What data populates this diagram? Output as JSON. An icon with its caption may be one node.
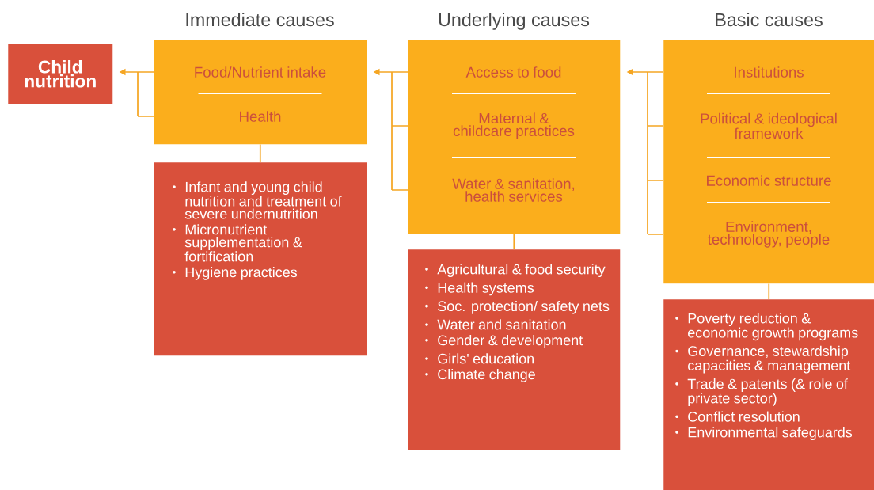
{
  "diagram": {
    "nodes": [
      {
        "text": [
          "Child nutrition"
        ]
      },
      {
        "text": [
          "Immediate causes"
        ]
      },
      {
        "text": [
          "Food/Nutrient intake"
        ],
        "in": 1
      },
      {
        "text": [
          "Health"
        ],
        "in": 1
      },
      {
        "text": [],
        "shape": "box"
      },
      {
        "text": [
          "Infant and young child nutrition and treatment of severe undernutrition"
        ],
        "in": 4
      },
      {
        "text": [
          "Micronutrient supplementation & fortification"
        ],
        "in": 4
      },
      {
        "text": [
          "Hygiene practices"
        ],
        "in": 4
      },
      {
        "text": [
          "Underlying causes"
        ]
      },
      {
        "text": [
          "Access to food"
        ],
        "in": 8
      },
      {
        "text": [
          "Maternal & childcare practices"
        ],
        "in": 8
      },
      {
        "text": [
          "Water & sanitation, health services"
        ],
        "in": 8
      },
      {
        "text": [],
        "shape": "box"
      },
      {
        "text": [
          "Agricultural & food security"
        ],
        "in": 12
      },
      {
        "text": [
          "Health systems"
        ],
        "in": 12
      },
      {
        "text": [
          "Soc. protection/ safety nets"
        ],
        "in": 12
      },
      {
        "text": [
          "Water and sanitation"
        ],
        "in": 12
      },
      {
        "text": [
          "Gender & development"
        ],
        "in": 12
      },
      {
        "text": [
          "Girls' education"
        ],
        "in": 12
      },
      {
        "text": [
          "Climate change"
        ],
        "in": 12
      },
      {
        "text": [
          "Basic causes"
        ]
      },
      {
        "text": [
          "Institutions"
        ],
        "in": 20
      },
      {
        "text": [
          "Political & ideological framework"
        ],
        "in": 20
      },
      {
        "text": [
          "Economic structure"
        ],
        "in": 20
      },
      {
        "text": [
          "Environment, technology, people"
        ],
        "in": 20
      },
      {
        "text": [],
        "shape": "box"
      },
      {
        "text": [
          "Poverty reduction & economic growth programs"
        ],
        "in": 25
      },
      {
        "text": [
          "Governance, stewardship capacities & management"
        ],
        "in": 25
      },
      {
        "text": [
          "Trade & patents (& role of private sector)"
        ],
        "in": 25
      },
      {
        "text": [
          "Conflict resolution"
        ],
        "in": 25
      },
      {
        "text": [
          "Environmental safeguards"
        ],
        "in": 25
      }
    ],
    "edges": [
      {
        "from": 1,
        "to": 0,
        "arrow": "to"
      },
      {
        "from": 1,
        "to": 4,
        "arrow": "none"
      },
      {
        "from": 8,
        "to": 1,
        "arrow": "to"
      },
      {
        "from": 8,
        "to": 12,
        "arrow": "none"
      },
      {
        "from": 20,
        "to": 8,
        "arrow": "to"
      },
      {
        "from": 20,
        "to": 25,
        "arrow": "none"
      }
    ]
  }
}
